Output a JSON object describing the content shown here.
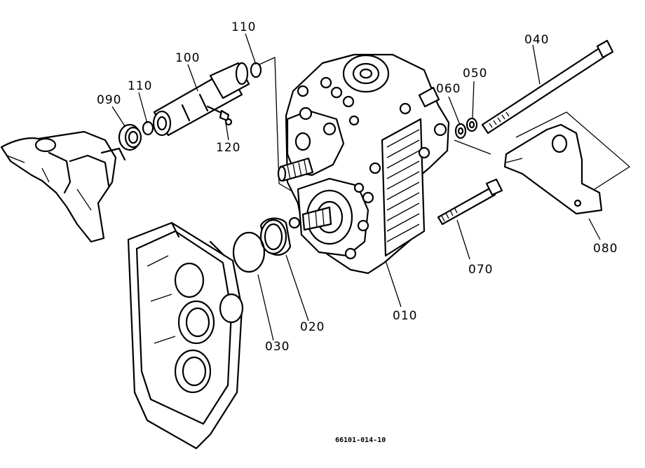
{
  "labels": {
    "l110a": "110",
    "l100": "100",
    "l110b": "110",
    "l090": "090",
    "l120": "120",
    "l040": "040",
    "l050": "050",
    "l060": "060",
    "l080": "080",
    "l070": "070",
    "l010": "010",
    "l020": "020",
    "l030": "030"
  },
  "drawing_code": "66101-014-10"
}
